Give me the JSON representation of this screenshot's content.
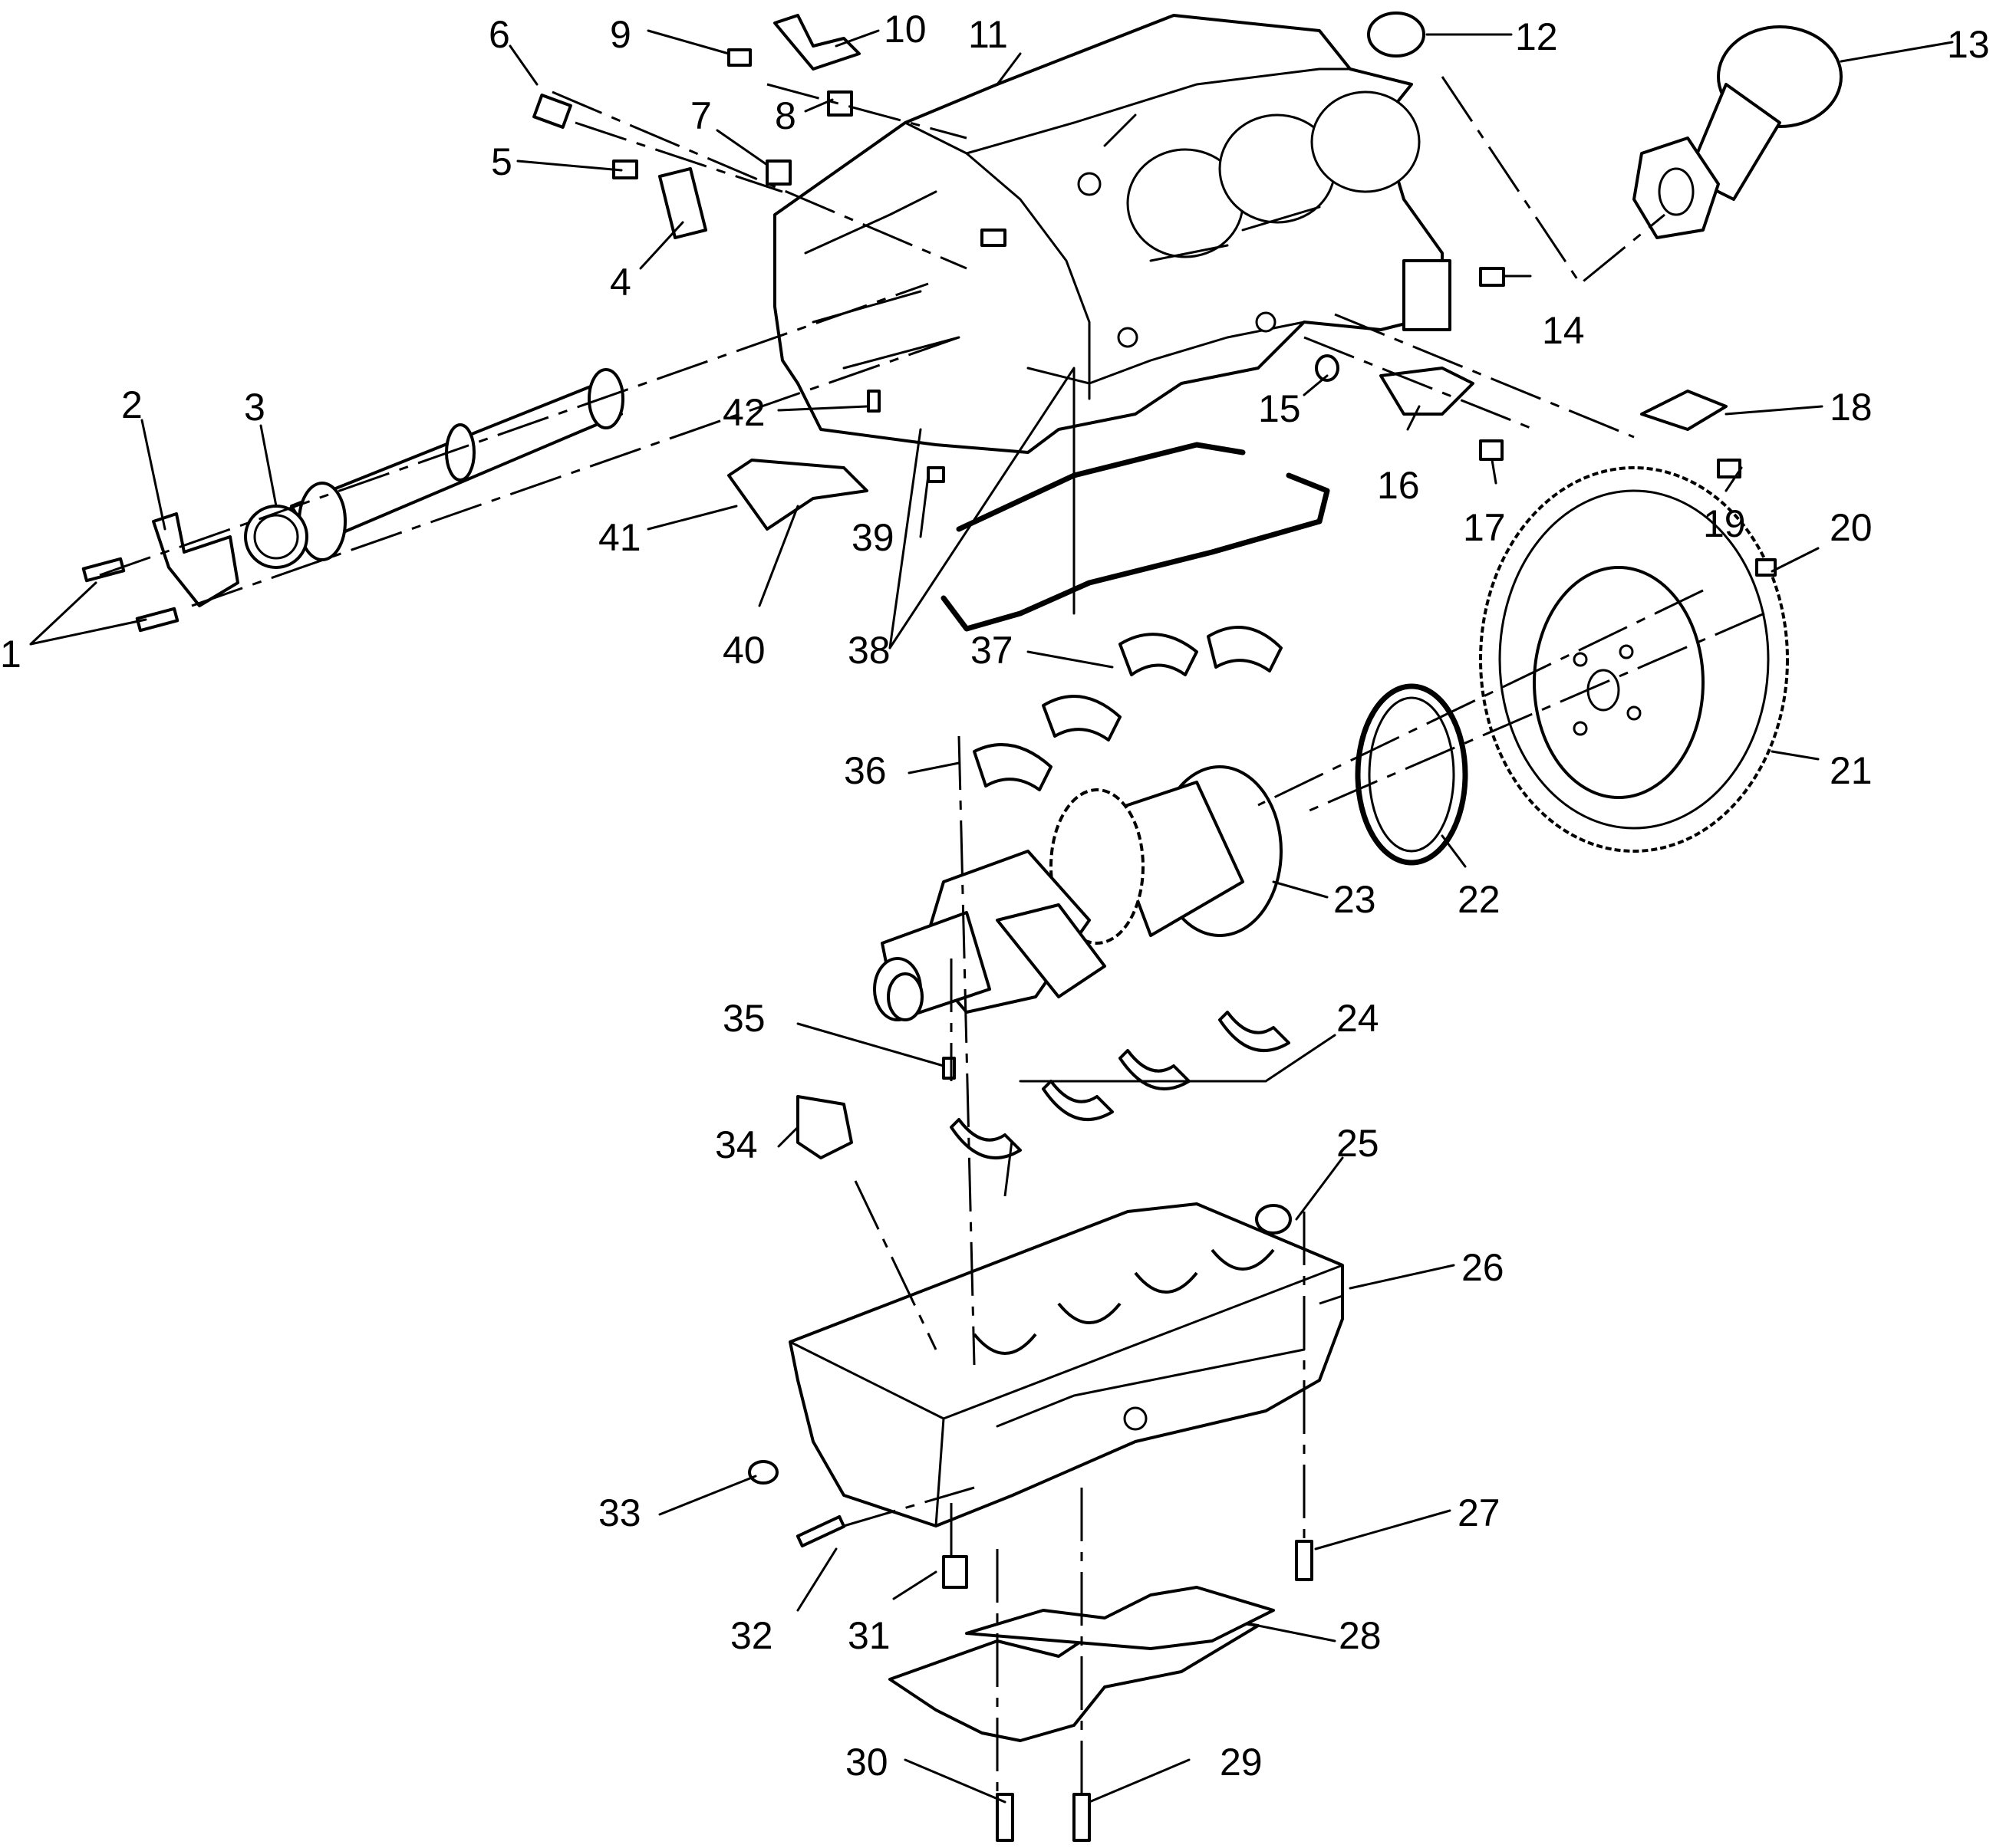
{
  "diagram": {
    "callouts": [
      {
        "id": "c1",
        "text": "1"
      },
      {
        "id": "c2",
        "text": "2"
      },
      {
        "id": "c3",
        "text": "3"
      },
      {
        "id": "c4",
        "text": "4"
      },
      {
        "id": "c5",
        "text": "5"
      },
      {
        "id": "c6",
        "text": "6"
      },
      {
        "id": "c7",
        "text": "7"
      },
      {
        "id": "c8",
        "text": "8"
      },
      {
        "id": "c9",
        "text": "9"
      },
      {
        "id": "c10",
        "text": "10"
      },
      {
        "id": "c11",
        "text": "11"
      },
      {
        "id": "c12",
        "text": "12"
      },
      {
        "id": "c13",
        "text": "13"
      },
      {
        "id": "c14",
        "text": "14"
      },
      {
        "id": "c15",
        "text": "15"
      },
      {
        "id": "c16",
        "text": "16"
      },
      {
        "id": "c17",
        "text": "17"
      },
      {
        "id": "c18",
        "text": "18"
      },
      {
        "id": "c19",
        "text": "19"
      },
      {
        "id": "c20",
        "text": "20"
      },
      {
        "id": "c21",
        "text": "21"
      },
      {
        "id": "c22",
        "text": "22"
      },
      {
        "id": "c23",
        "text": "23"
      },
      {
        "id": "c24",
        "text": "24"
      },
      {
        "id": "c25",
        "text": "25"
      },
      {
        "id": "c26",
        "text": "26"
      },
      {
        "id": "c27",
        "text": "27"
      },
      {
        "id": "c28",
        "text": "28"
      },
      {
        "id": "c29",
        "text": "29"
      },
      {
        "id": "c30",
        "text": "30"
      },
      {
        "id": "c31",
        "text": "31"
      },
      {
        "id": "c32",
        "text": "32"
      },
      {
        "id": "c33",
        "text": "33"
      },
      {
        "id": "c34",
        "text": "34"
      },
      {
        "id": "c35",
        "text": "35"
      },
      {
        "id": "c36",
        "text": "36"
      },
      {
        "id": "c37",
        "text": "37"
      },
      {
        "id": "c38",
        "text": "38"
      },
      {
        "id": "c39",
        "text": "39"
      },
      {
        "id": "c40",
        "text": "40"
      },
      {
        "id": "c41",
        "text": "41"
      },
      {
        "id": "c42",
        "text": "42"
      }
    ]
  }
}
